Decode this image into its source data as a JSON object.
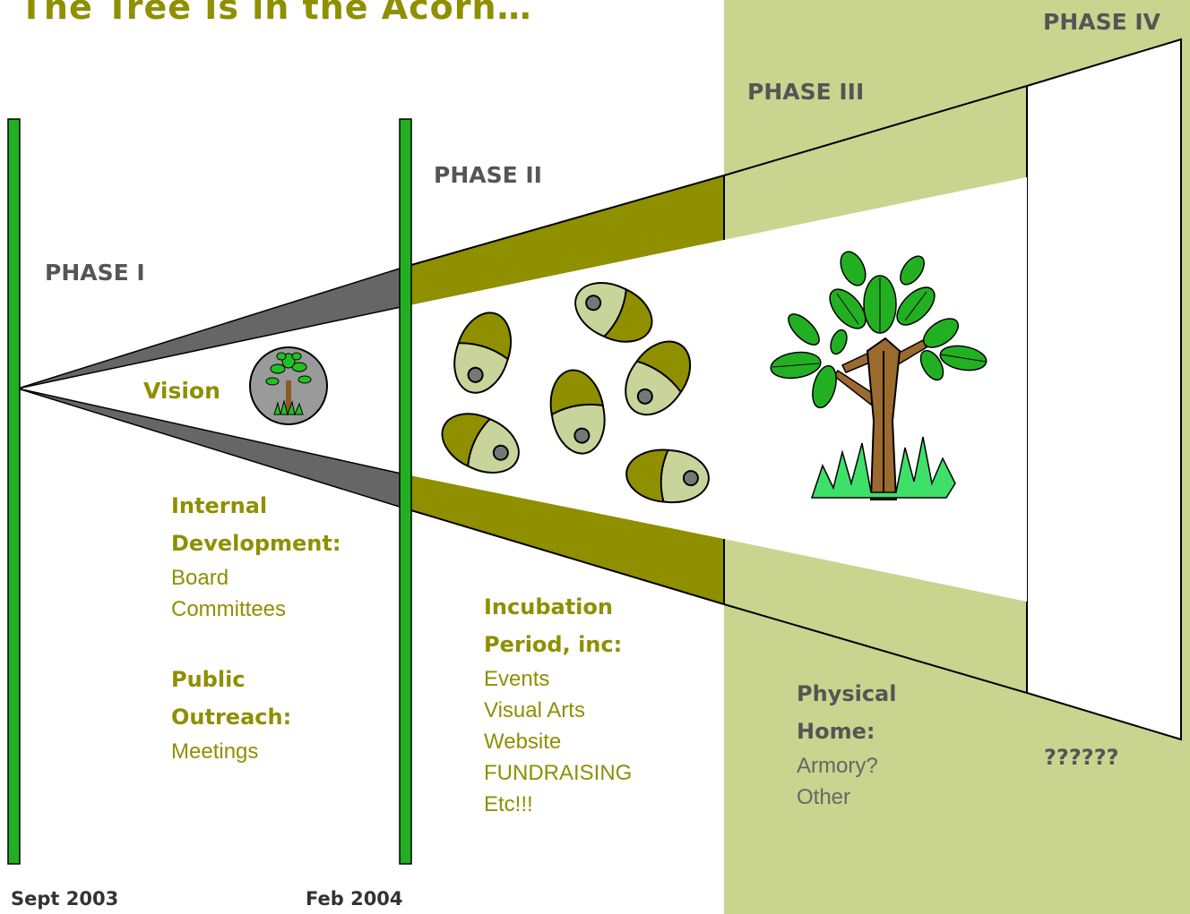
{
  "title": "The Tree Is in the Acorn…",
  "phases": {
    "p1": "PHASE I",
    "p2": "PHASE II",
    "p3": "PHASE III",
    "p4": "PHASE IV"
  },
  "vision_label": "Vision",
  "phase1": {
    "internal_header": [
      "Internal",
      "Development:"
    ],
    "internal_items": [
      "Board",
      "Committees"
    ],
    "outreach_header": [
      "Public",
      "Outreach:"
    ],
    "outreach_items": [
      "Meetings"
    ]
  },
  "phase2": {
    "header": [
      "Incubation",
      "Period, inc:"
    ],
    "items": [
      "Events",
      "Visual Arts",
      "Website",
      "FUNDRAISING",
      "Etc!!!"
    ]
  },
  "phase3": {
    "header": [
      "Physical",
      "Home:"
    ],
    "items": [
      "Armory?",
      "Other"
    ]
  },
  "phase4_text": "??????",
  "dates": {
    "start": "Sept 2003",
    "mid": "Feb 2004"
  },
  "colors": {
    "bar_green": "#22b022",
    "olive": "#8f8f00",
    "light_olive": "#c9d48f",
    "dark_gray": "#666666",
    "acorn_cap": "#8f8f00",
    "acorn_body": "#c9d49a"
  },
  "icons": [
    "vision-tree-icon",
    "acorn-icon",
    "tree-icon"
  ]
}
